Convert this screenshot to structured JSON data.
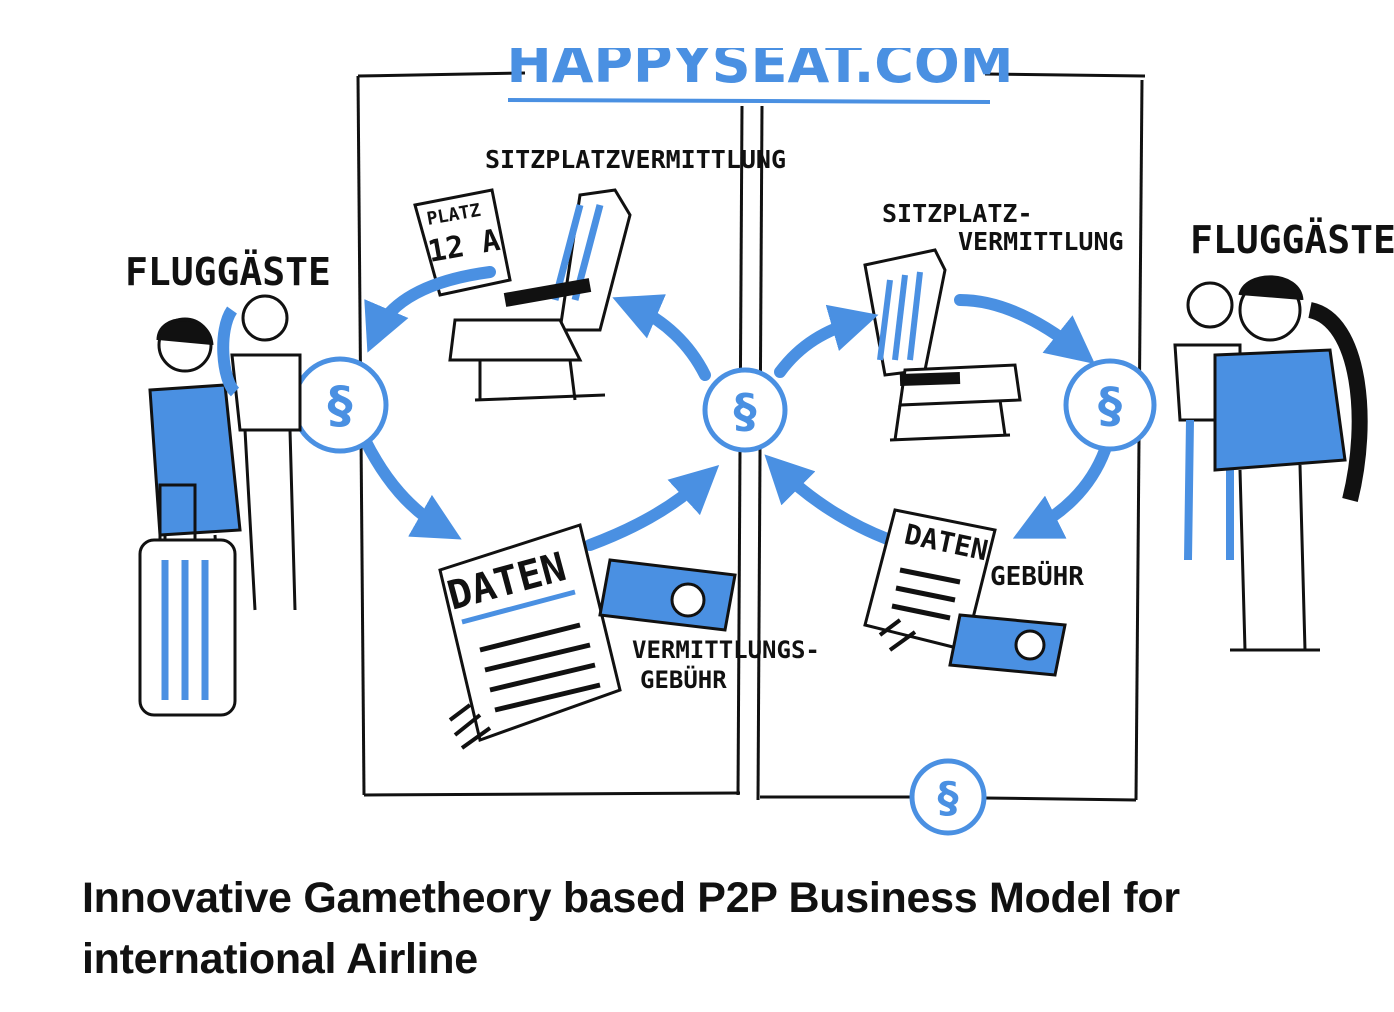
{
  "diagram": {
    "header_text": "HAPPYSEAT.COM",
    "left_group_label": "FLUGGÄSTE",
    "right_group_label": "FLUGGÄSTE",
    "left_seat_label": "SITZPLATZVERMITTLUNG",
    "right_seat_label_line1": "SITZPLATZ-",
    "right_seat_label_line2": "VERMITTLUNG",
    "ticket_line1": "PLATZ",
    "ticket_line2": "12 A",
    "left_document_label": "DATEN",
    "right_document_label": "DATEN",
    "left_fee_line1": "VERMITTLUNGS-",
    "left_fee_line2": "GEBÜHR",
    "right_fee_label": "GEBÜHR",
    "coin_symbol": "§",
    "accent_color": "#4a90e2",
    "ink_color": "#111111"
  },
  "caption": {
    "text": "Innovative Gametheory based P2P Business Model for international Airline"
  }
}
